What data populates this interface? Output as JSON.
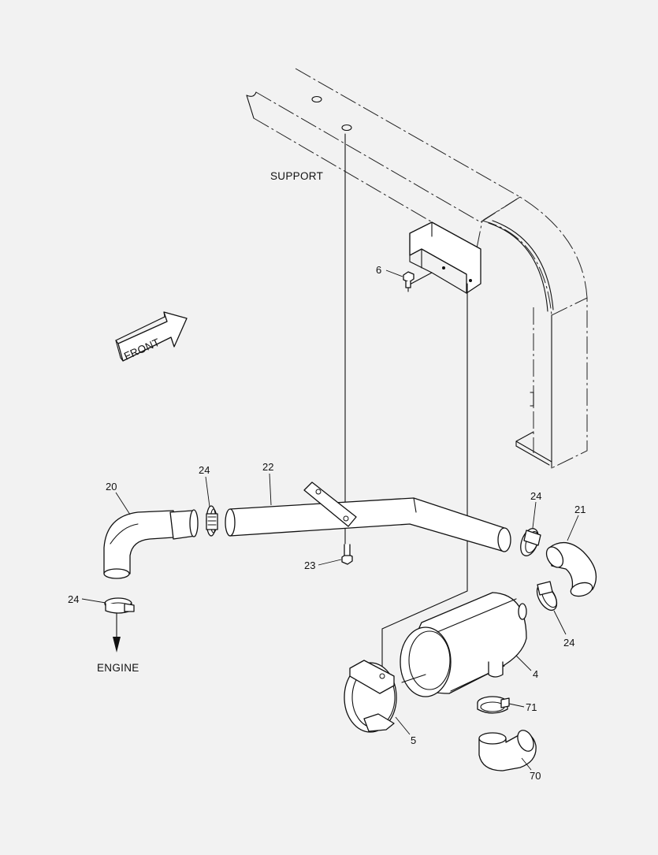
{
  "diagram": {
    "labels": {
      "support": "SUPPORT",
      "front": "FRONT",
      "engine": "ENGINE"
    },
    "callouts": [
      {
        "id": "c6",
        "text": "6"
      },
      {
        "id": "c20",
        "text": "20"
      },
      {
        "id": "c24a",
        "text": "24"
      },
      {
        "id": "c22",
        "text": "22"
      },
      {
        "id": "c24b",
        "text": "24"
      },
      {
        "id": "c21",
        "text": "21"
      },
      {
        "id": "c23",
        "text": "23"
      },
      {
        "id": "c24c",
        "text": "24"
      },
      {
        "id": "c24d",
        "text": "24"
      },
      {
        "id": "c4",
        "text": "4"
      },
      {
        "id": "c71",
        "text": "71"
      },
      {
        "id": "c5",
        "text": "5"
      },
      {
        "id": "c70",
        "text": "70"
      }
    ]
  }
}
